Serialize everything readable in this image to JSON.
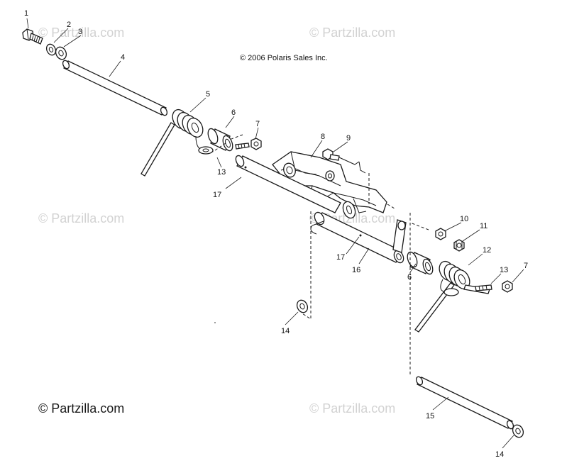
{
  "copyright_notice": "© 2006 Polaris Sales Inc.",
  "watermarks": [
    "© Partzilla.com",
    "© Partzilla.com",
    "© Partzilla.com",
    "© Partzilla.com",
    "© Partzilla.com"
  ],
  "footer_watermark": "© Partzilla.com",
  "callouts": [
    "1",
    "2",
    "3",
    "4",
    "5",
    "6",
    "7",
    "13",
    "17",
    "8",
    "9",
    "10",
    "11",
    "12",
    "13",
    "7",
    "17",
    "16",
    "6",
    "14",
    "15",
    "14"
  ]
}
